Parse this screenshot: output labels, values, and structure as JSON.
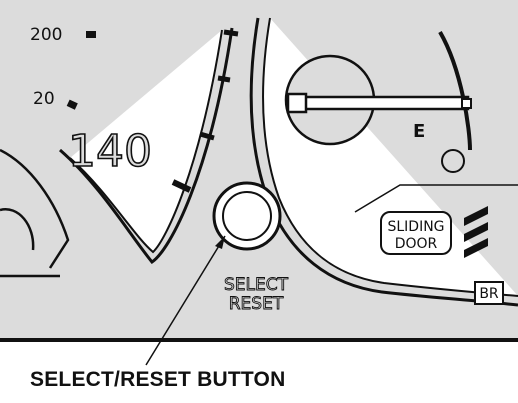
{
  "gauge": {
    "labels": {
      "top": "200",
      "mid": "20",
      "speed": "140"
    },
    "fuel_mark": "E"
  },
  "button": {
    "line1": "SELECT",
    "line2": "RESET"
  },
  "indicators": {
    "sliding_door_line1": "SLIDING",
    "sliding_door_line2": "DOOR",
    "brake": "BR"
  },
  "caption": "SELECT/RESET BUTTON",
  "colors": {
    "panel": "#dcdcdc",
    "ink": "#111111",
    "paper": "#ffffff"
  }
}
